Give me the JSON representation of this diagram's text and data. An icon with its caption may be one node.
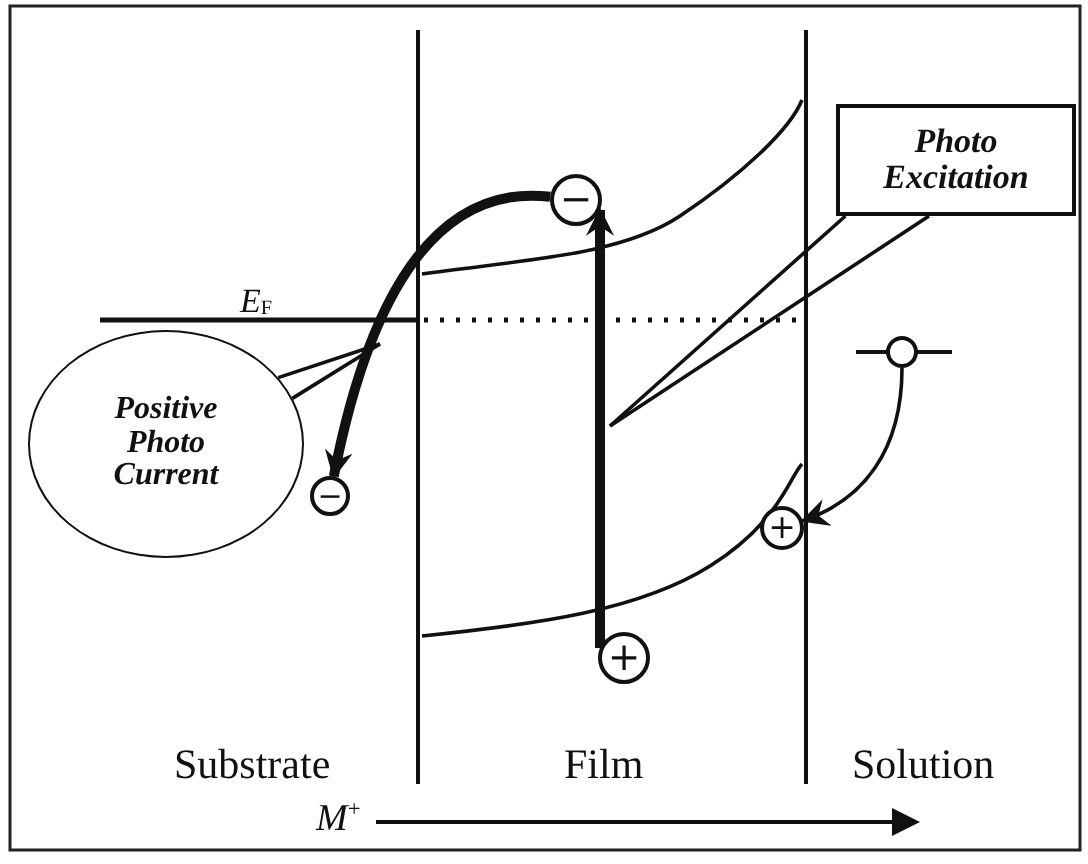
{
  "diagram": {
    "nodes": [
      {
        "text": [
          "Photo Excitation"
        ]
      },
      {
        "text": [
          "−"
        ]
      },
      {
        "text": [
          "Positive Photo Current"
        ]
      },
      {
        "text": [
          "−"
        ]
      },
      {
        "text": [],
        "shape": "circle"
      },
      {
        "text": [
          "+"
        ]
      },
      {
        "text": [
          "+"
        ]
      }
    ],
    "edges": [
      {
        "from": 6,
        "to": 1,
        "arrow": "to",
        "style": "thick"
      },
      {
        "from": 1,
        "to": 3,
        "arrow": "to",
        "style": "thick"
      },
      {
        "from": 4,
        "to": 5,
        "arrow": "to"
      },
      {
        "from": 0,
        "to": null,
        "arrow": "none"
      },
      {
        "from": 2,
        "to": null,
        "arrow": "none"
      }
    ],
    "labels": [
      "E$_{F}$",
      "Substrate",
      "Film",
      "Solution",
      "M$^{+}$"
    ]
  }
}
